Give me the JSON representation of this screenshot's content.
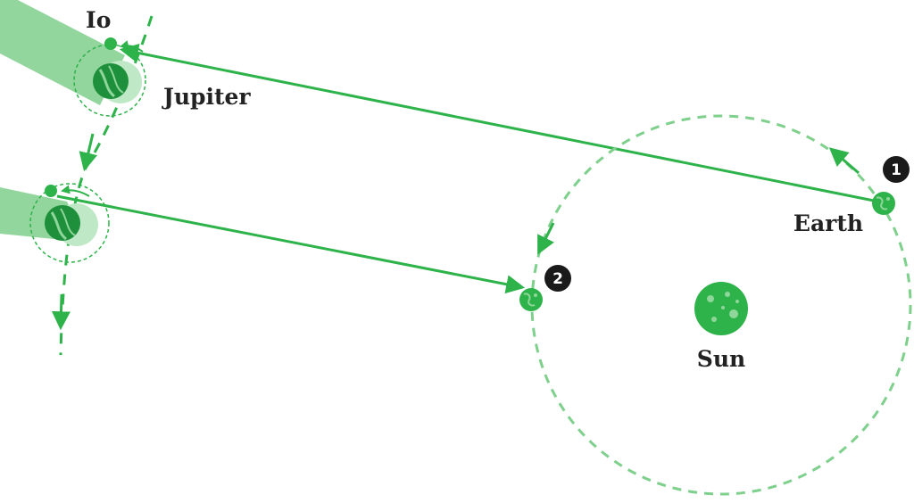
{
  "labels": {
    "io": "Io",
    "jupiter": "Jupiter",
    "earth": "Earth",
    "sun": "Sun",
    "position_1": "1",
    "position_2": "2"
  },
  "colors": {
    "accent": "#2db34a",
    "light_green": "#8fd69b",
    "shadow_green": "#7fcf8d",
    "dark_green": "#1e8f3a",
    "dashed_orbit": "#7ed08c",
    "badge": "#1a1a1a",
    "text": "#222222"
  },
  "icons": {
    "earth": "earth-globe-icon",
    "sun": "sun-icon",
    "jupiter": "jupiter-planet-icon",
    "io": "io-moon-icon"
  }
}
